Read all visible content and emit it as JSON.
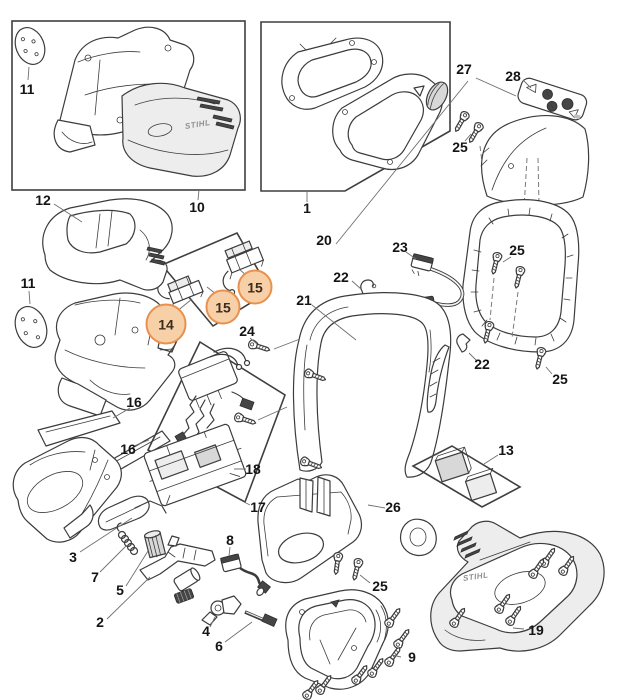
{
  "brand_logo": "STIHL",
  "part_numbers": {
    "p1": "1",
    "p2": "2",
    "p3": "3",
    "p4": "4",
    "p5": "5",
    "p6": "6",
    "p7": "7",
    "p8": "8",
    "p9": "9",
    "p10": "10",
    "p11": "11",
    "p12": "12",
    "p13": "13",
    "p14": "14",
    "p15": "15",
    "p16": "16",
    "p17": "17",
    "p18": "18",
    "p19": "19",
    "p20": "20",
    "p21": "21",
    "p22": "22",
    "p23": "23",
    "p24": "24",
    "p25": "25",
    "p26": "26",
    "p27": "27",
    "p28": "28"
  },
  "highlighted_part_numbers": [
    "14",
    "15"
  ],
  "colors": {
    "background": "#ffffff",
    "line_art": "#3c3c3c",
    "callout_line": "#6f6f6f",
    "label_text": "#141414",
    "highlight_fill": "#f8d0a8",
    "highlight_stroke": "#e8914e"
  }
}
